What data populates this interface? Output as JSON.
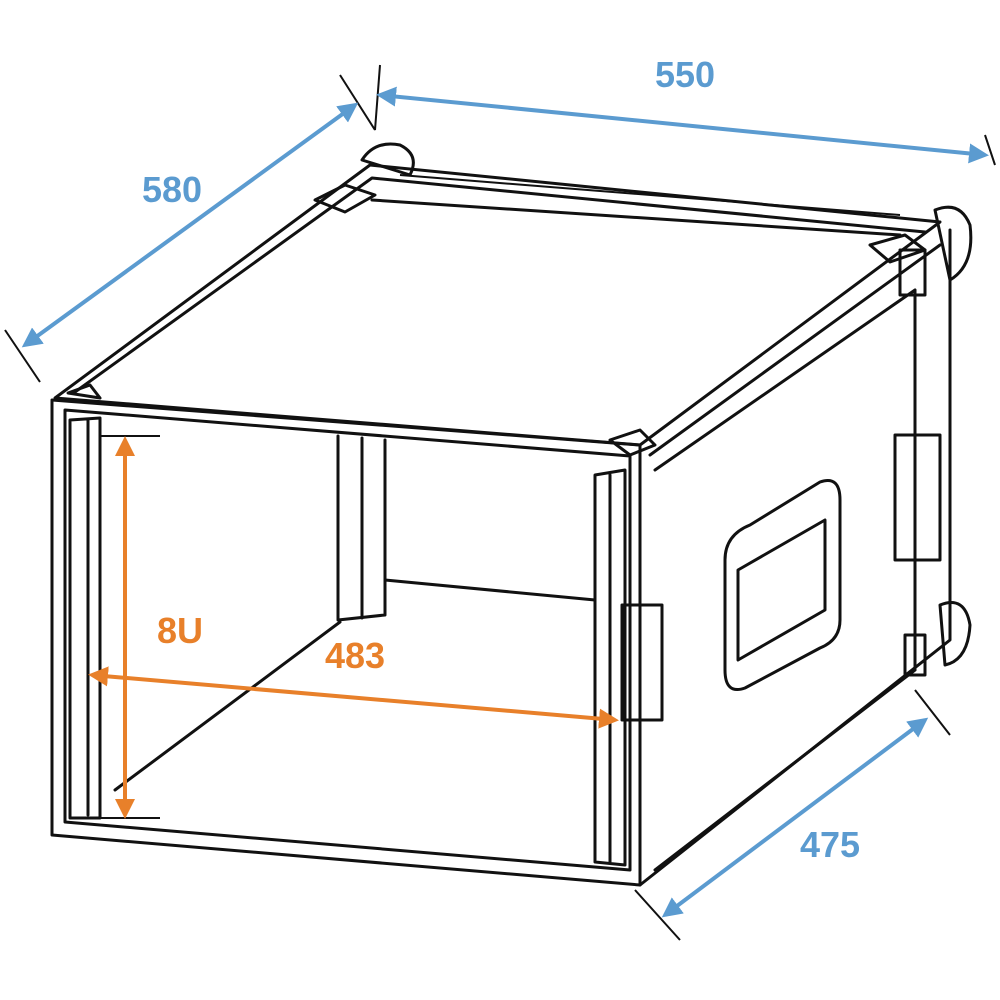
{
  "dimensions": {
    "width": "550",
    "depth": "580",
    "side_depth": "475",
    "rack_units": "8U",
    "rack_width": "483"
  },
  "colors": {
    "dimension_blue": "#5b9bd0",
    "dimension_orange": "#e8802a",
    "outline": "#111111"
  }
}
